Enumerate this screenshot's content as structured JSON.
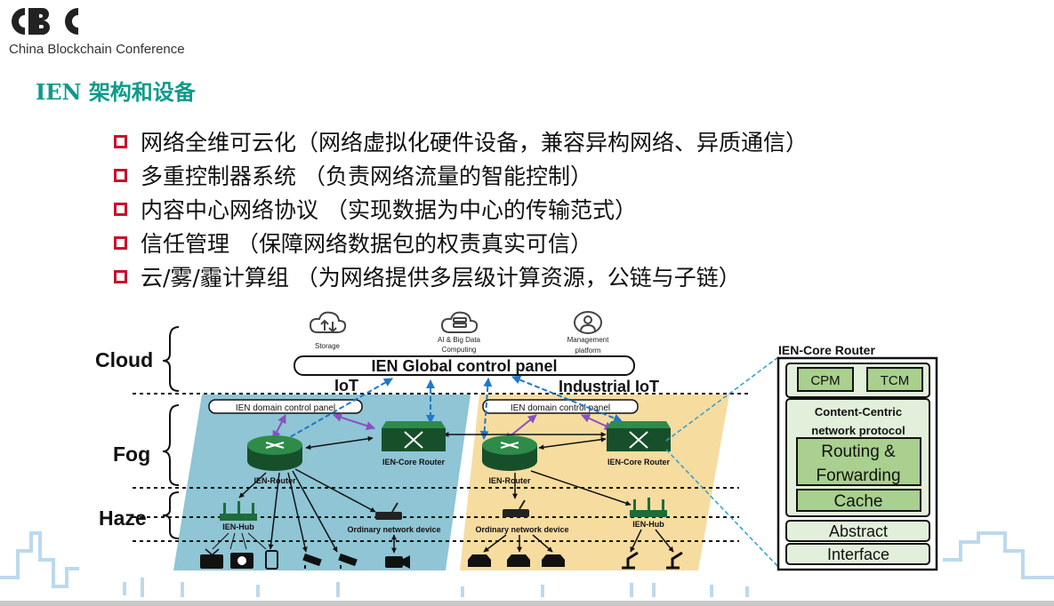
{
  "header": {
    "logo_subtitle": "China Blockchain Conference",
    "title": "IEN 架构和设备"
  },
  "bullets": [
    "网络全维可云化（网络虚拟化硬件设备，兼容异构网络、异质通信）",
    "多重控制器系统 （负责网络流量的智能控制）",
    "内容中心网络协议 （实现数据为中心的传输范式）",
    "信任管理 （保障网络数据包的权责真实可信）",
    "云/雾/霾计算组 （为网络提供多层级计算资源，公链与子链）"
  ],
  "diagram": {
    "layers": {
      "cloud": "Cloud",
      "fog": "Fog",
      "haze": "Haze"
    },
    "cloud_services": {
      "storage": "Storage",
      "ai_line1": "AI & Big Data",
      "ai_line2": "Computing",
      "mgmt_line1": "Management",
      "mgmt_line2": "platform"
    },
    "global_panel": "IEN Global control panel",
    "iot_label": "IoT",
    "industrial_label": "Industrial IoT",
    "domain_panel_left": "IEN domain control panel",
    "domain_panel_right": "IEN domain control panel",
    "ien_router_left": "IEN-Router",
    "ien_router_right": "IEN-Router",
    "core_router_left": "IEN-Core Router",
    "core_router_right": "IEN-Core Router",
    "hub_left": "IEN-Hub",
    "hub_right": "IEN-Hub",
    "ordinary_device_left": "Ordinary network device",
    "ordinary_device_right": "Ordinary network device",
    "core_box": {
      "title": "IEN-Core Router",
      "cpm": "CPM",
      "tcm": "TCM",
      "ccn_line1": "Content-Centric",
      "ccn_line2": "network protocol",
      "routing_line1": "Routing &",
      "routing_line2": "Forwarding",
      "cache": "Cache",
      "abstract": "Abstract",
      "interface": "Interface"
    }
  },
  "colors": {
    "title_teal": "#0e9a8a",
    "bullet_red": "#c8102e",
    "iot_region": "#8fc5d4",
    "industrial_region": "#f7dca0",
    "router_green": "#1f6b3a",
    "box_green": "#a9d08e",
    "box_light": "#e2efda",
    "skyline_blue": "#bcd9ee"
  }
}
